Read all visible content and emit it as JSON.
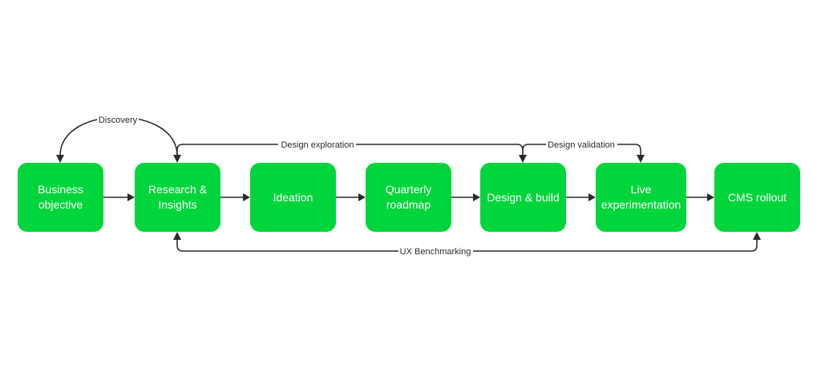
{
  "nodes": [
    {
      "id": "business",
      "lines": [
        "Business",
        "objective"
      ]
    },
    {
      "id": "research",
      "lines": [
        "Research &",
        "Insights"
      ]
    },
    {
      "id": "ideation",
      "lines": [
        "Ideation"
      ]
    },
    {
      "id": "roadmap",
      "lines": [
        "Quarterly",
        "roadmap"
      ]
    },
    {
      "id": "design-build",
      "lines": [
        "Design & build"
      ]
    },
    {
      "id": "live",
      "lines": [
        "Live",
        "experimentation"
      ]
    },
    {
      "id": "cms",
      "lines": [
        "CMS rollout"
      ]
    }
  ],
  "edges": {
    "discovery": "Discovery",
    "design_exploration": "Design exploration",
    "design_validation": "Design validation",
    "ux_benchmarking": "UX Benchmarking"
  },
  "colors": {
    "node_fill": "#00d53b",
    "node_text": "#ffffff",
    "line": "#2b2b2b"
  }
}
